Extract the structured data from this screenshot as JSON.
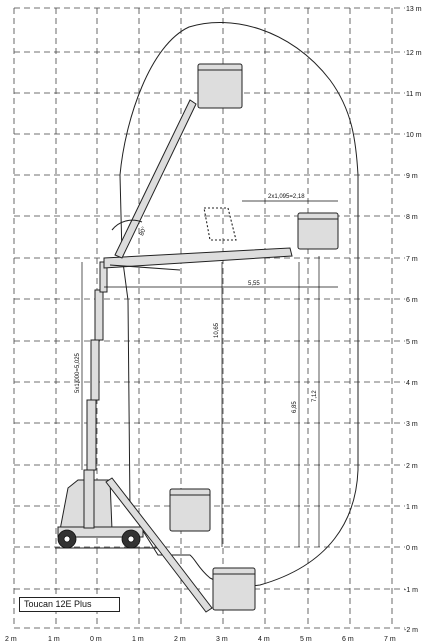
{
  "model_name": "Toucan 12E Plus",
  "y_axis_labels": [
    "13 m",
    "12 m",
    "11 m",
    "10 m",
    "9 m",
    "8 m",
    "7 m",
    "6 m",
    "5 m",
    "4 m",
    "3 m",
    "2 m",
    "1 m",
    "0 m",
    "-1 m",
    "-2 m"
  ],
  "x_axis_labels": [
    "2 m",
    "1 m",
    "0 m",
    "1 m",
    "2 m",
    "3 m",
    "4 m",
    "5 m",
    "6 m",
    "7 m"
  ],
  "dimensions": {
    "basket_width": "2x1,095=2,18",
    "outreach": "5,55",
    "max_height": "10,65",
    "mast_height": "6,85",
    "platform_height": "7,12",
    "mast_sections": "5x1,000=5,025",
    "angle": "80°"
  }
}
